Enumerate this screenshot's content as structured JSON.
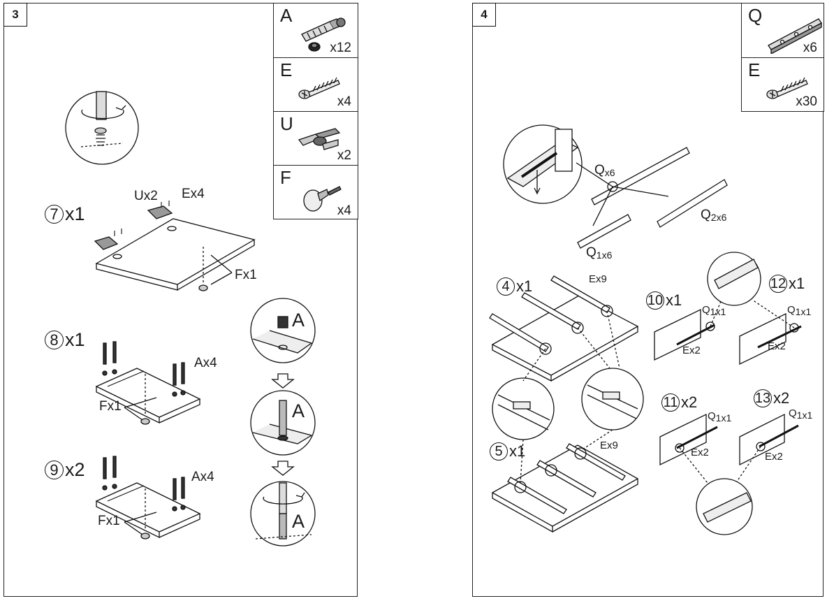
{
  "step3": {
    "number": "3",
    "parts": [
      {
        "letter": "A",
        "qty": "x12",
        "icon": "cam-dowel-icon"
      },
      {
        "letter": "E",
        "qty": "x4",
        "icon": "screw-icon"
      },
      {
        "letter": "U",
        "qty": "x2",
        "icon": "hinge-icon"
      },
      {
        "letter": "F",
        "qty": "x4",
        "icon": "knob-icon"
      }
    ],
    "sub7": {
      "num": "7",
      "mult": "x1",
      "label_u": "Ux2",
      "label_e": "Ex4",
      "label_f": "Fx1"
    },
    "sub8": {
      "num": "8",
      "mult": "x1",
      "label_a": "Ax4",
      "label_f": "Fx1"
    },
    "sub9": {
      "num": "9",
      "mult": "x2",
      "label_a": "Ax4",
      "label_f": "Fx1"
    },
    "detail_labels": [
      "A",
      "A",
      "A"
    ]
  },
  "step4": {
    "number": "4",
    "parts": [
      {
        "letter": "Q",
        "qty": "x6",
        "icon": "drawer-rail-icon"
      },
      {
        "letter": "E",
        "qty": "x30",
        "icon": "screw-icon"
      }
    ],
    "rail_q": {
      "main": "Q",
      "sub": "x6"
    },
    "rail_q1": {
      "main": "Q",
      "sub": "1x6"
    },
    "rail_q2": {
      "main": "Q",
      "sub": "2x6"
    },
    "sub4": {
      "num": "4",
      "mult": "x1",
      "label_e": "Ex9"
    },
    "sub5": {
      "num": "5",
      "mult": "x1",
      "label_e": "Ex9"
    },
    "sub10": {
      "num": "10",
      "mult": "x1",
      "label_q": "Q",
      "label_q_sub": "1x1",
      "label_e": "Ex2"
    },
    "sub11": {
      "num": "11",
      "mult": "x2",
      "label_q": "Q",
      "label_q_sub": "1x1",
      "label_e": "Ex2"
    },
    "sub12": {
      "num": "12",
      "mult": "x1",
      "label_q": "Q",
      "label_q_sub": "1x1",
      "label_e": "Ex2"
    },
    "sub13": {
      "num": "13",
      "mult": "x2",
      "label_q": "Q",
      "label_q_sub": "1x1",
      "label_e": "Ex2"
    }
  }
}
